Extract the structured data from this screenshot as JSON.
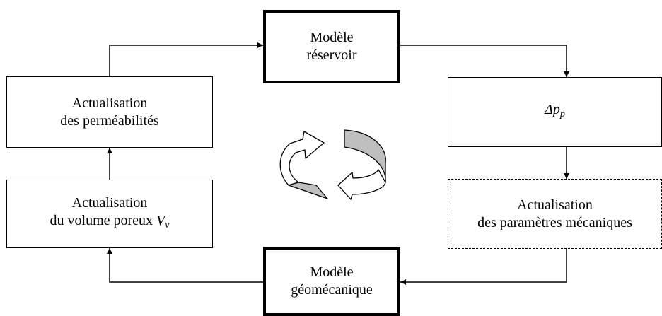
{
  "nodes": {
    "reservoir": {
      "line1": "Modèle",
      "line2": "réservoir"
    },
    "delta": {
      "symbol": "Δp",
      "subscript": "p"
    },
    "meca": {
      "line1": "Actualisation",
      "line2": "des paramètres mécaniques"
    },
    "geomeca": {
      "line1": "Modèle",
      "line2": "géomécanique"
    },
    "volume": {
      "line1": "Actualisation",
      "line2_text": "du volume poreux ",
      "line2_symbol": "V",
      "line2_subscript": "v"
    },
    "perm": {
      "line1": "Actualisation",
      "line2": "des perméabilités"
    }
  },
  "center_icon": "circular-refresh-arrows-icon"
}
